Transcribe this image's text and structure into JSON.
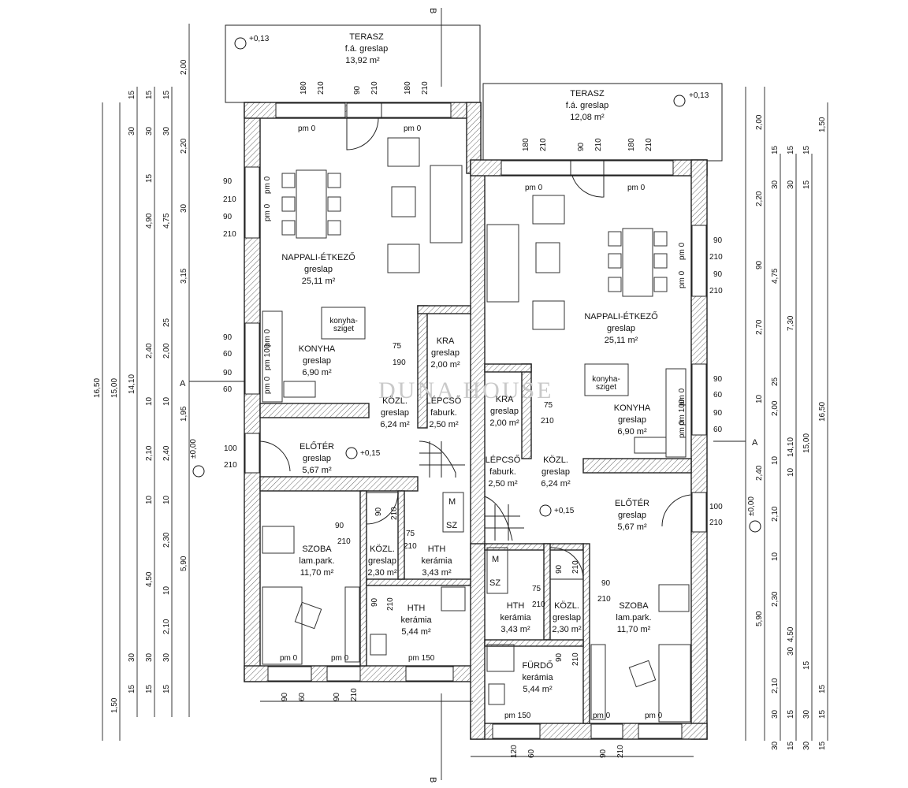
{
  "rooms": {
    "terrace_left": [
      "TERASZ",
      "f.á. greslap",
      "13,92 m²"
    ],
    "terrace_right": [
      "TERASZ",
      "f.á. greslap",
      "12,08 m²"
    ],
    "living_left": [
      "NAPPALI-ÉTKEZŐ",
      "greslap",
      "25,11 m²"
    ],
    "living_right": [
      "NAPPALI-ÉTKEZŐ",
      "greslap",
      "25,11 m²"
    ],
    "kitchen_left": [
      "KONYHA",
      "greslap",
      "6,90 m²"
    ],
    "kitchen_right": [
      "KONYHA",
      "greslap",
      "6,90 m²"
    ],
    "pantry_left": [
      "KRA",
      "greslap",
      "2,00 m²"
    ],
    "pantry_right": [
      "KRA",
      "greslap",
      "2,00 m²"
    ],
    "stairs_left": [
      "LÉPCSŐ",
      "faburk.",
      "2,50 m²"
    ],
    "stairs_right": [
      "LÉPCSŐ",
      "faburk.",
      "2,50 m²"
    ],
    "corridor_left": [
      "KÖZL.",
      "greslap",
      "6,24 m²"
    ],
    "corridor_right": [
      "KÖZL.",
      "greslap",
      "6,24 m²"
    ],
    "hall_left": [
      "ELŐTÉR",
      "greslap",
      "5,67 m²"
    ],
    "hall_right": [
      "ELŐTÉR",
      "greslap",
      "5,67 m²"
    ],
    "room_left": [
      "SZOBA",
      "lam.park.",
      "11,70 m²"
    ],
    "room_right": [
      "SZOBA",
      "lam.park.",
      "11,70 m²"
    ],
    "small_corr_left": [
      "KÖZL.",
      "greslap",
      "2,30 m²"
    ],
    "small_corr_right": [
      "KÖZL.",
      "greslap",
      "2,30 m²"
    ],
    "wc_left": [
      "HTH",
      "kerámia",
      "3,43 m²"
    ],
    "wc_right": [
      "HTH",
      "kerámia",
      "3,43 m²"
    ],
    "bath_left": [
      "HTH",
      "kerámia",
      "5,44 m²"
    ],
    "bath_right": [
      "FÜRDŐ",
      "kerámia",
      "5,44 m²"
    ]
  },
  "island_label": [
    "konyha-",
    "sziget"
  ],
  "levels": [
    "+0,13",
    "+0,13",
    "+0,15",
    "+0,15",
    "±0,00",
    "±0,00"
  ],
  "section_marks": [
    "B",
    "B",
    "A",
    "A"
  ],
  "small_labels": [
    "M",
    "SZ",
    "M",
    "SZ"
  ],
  "pm_labels": [
    "pm 0",
    "pm 0",
    "pm 0",
    "pm 0",
    "pm 0",
    "pm 0",
    "pm 0",
    "pm 0",
    "pm 0",
    "pm 0",
    "pm 150",
    "pm 0",
    "pm 0",
    "pm 150",
    "pm 0",
    "pm 0",
    "pm 0",
    "pm 0",
    "pm 100",
    "pm 100"
  ],
  "opening_labels": [
    "180",
    "210",
    "90",
    "210",
    "180",
    "210",
    "180",
    "210",
    "90",
    "210",
    "180",
    "210",
    "90",
    "210",
    "90",
    "210",
    "90",
    "60",
    "90",
    "60",
    "90",
    "210",
    "90",
    "210",
    "90",
    "60",
    "90",
    "60",
    "75",
    "190",
    "75",
    "210",
    "100",
    "210",
    "100",
    "210",
    "90",
    "210",
    "90",
    "210",
    "75",
    "210",
    "75",
    "210",
    "90",
    "210",
    "90",
    "210",
    "90",
    "210",
    "90",
    "210",
    "90",
    "60",
    "120",
    "60",
    "90",
    "210",
    "90",
    "210"
  ],
  "dimensions_left": [
    "16,50",
    "15,00",
    "14,10",
    "4,90",
    "4,75",
    "3,15",
    "2,40",
    "2,00",
    "1,95",
    "2,10",
    "2,40",
    "4,50",
    "2,30",
    "5,90",
    "2,10",
    "1,50",
    "2,00",
    "2,20",
    "30",
    "15",
    "30",
    "15",
    "15",
    "30",
    "30",
    "15",
    "15",
    "30",
    "25",
    "10",
    "10",
    "10",
    "10",
    "10",
    "30",
    "15",
    "15",
    "30"
  ],
  "dimensions_right": [
    "16,50",
    "15,00",
    "14,10",
    "7,30",
    "4,75",
    "2,70",
    "2,00",
    "2,20",
    "1,50",
    "2,00",
    "2,40",
    "2,10",
    "2,30",
    "5,90",
    "4,50",
    "2,10",
    "90",
    "25",
    "10",
    "10",
    "10",
    "10",
    "30",
    "15",
    "30",
    "15",
    "15",
    "15",
    "30",
    "30",
    "15",
    "15",
    "30",
    "30",
    "15",
    "15",
    "30",
    "15",
    "15"
  ],
  "watermark": "DUNA HOUSE"
}
